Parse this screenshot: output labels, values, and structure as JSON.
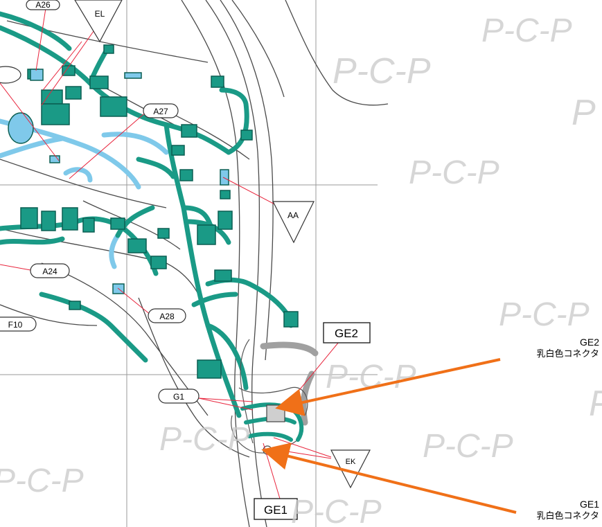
{
  "labels": {
    "A26": "A26",
    "EL": "EL",
    "A27": "A27",
    "AA": "AA",
    "A24": "A24",
    "F10": "F10",
    "A28": "A28",
    "GE2": "GE2",
    "G1": "G1",
    "EK": "EK",
    "GE1": "GE1"
  },
  "annotations": {
    "ge2": {
      "code": "GE2",
      "desc": "乳白色コネクタ"
    },
    "ge1": {
      "code": "GE1",
      "desc": "乳白色コネクタ"
    }
  },
  "watermark": "P-C-P",
  "colors": {
    "harness": "#1a9a86",
    "harness_dark": "#0b5e52",
    "harness_light": "#7fc9ea",
    "leader": "#e8243c",
    "arrow": "#f07018",
    "outline": "#555555",
    "watermark": "#c9c9c9"
  }
}
